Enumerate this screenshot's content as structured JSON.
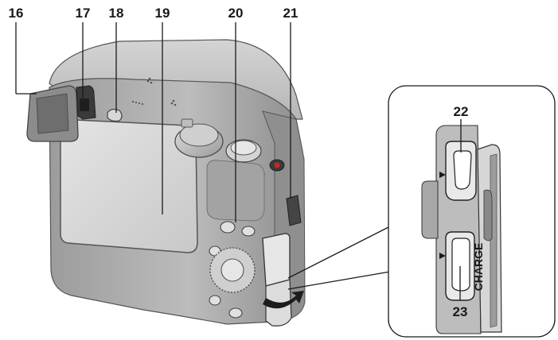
{
  "callouts": [
    {
      "id": "16",
      "label": "16"
    },
    {
      "id": "17",
      "label": "17"
    },
    {
      "id": "18",
      "label": "18"
    },
    {
      "id": "19",
      "label": "19"
    },
    {
      "id": "20",
      "label": "20"
    },
    {
      "id": "21",
      "label": "21"
    },
    {
      "id": "22",
      "label": "22"
    },
    {
      "id": "23",
      "label": "23"
    }
  ],
  "port_text": "CHARGE",
  "colors": {
    "body": "#b4b4b4",
    "body_dark": "#7d7d7d",
    "screen": "#d6d6d6",
    "inset_border": "#1a1a1a",
    "labels": "#1a1a1a"
  }
}
